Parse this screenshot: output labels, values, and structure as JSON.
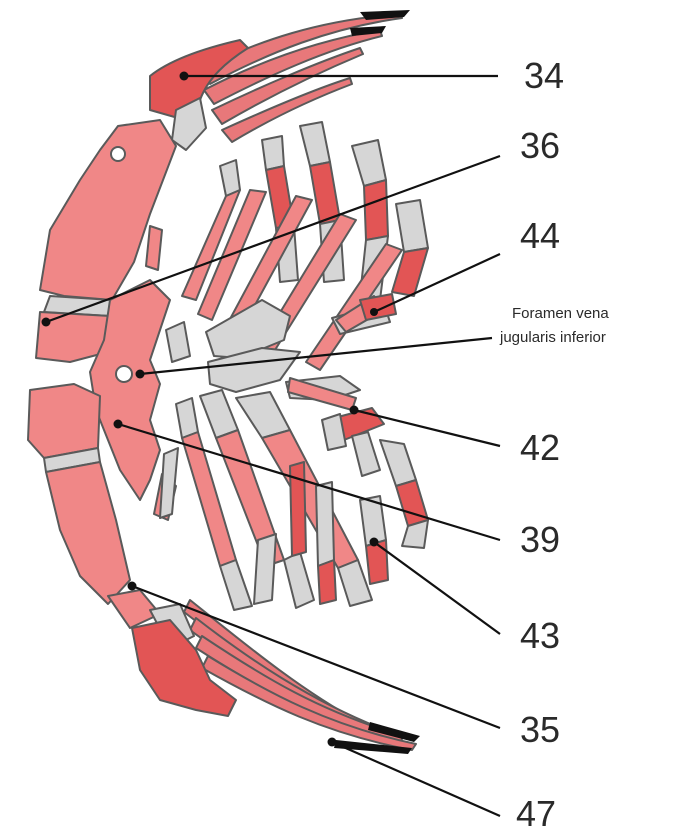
{
  "labels": {
    "l34": "34",
    "l36": "36",
    "l44": "44",
    "foramen_line1": "Foramen vena",
    "foramen_line2": "jugularis inferior",
    "l42": "42",
    "l39": "39",
    "l43": "43",
    "l35": "35",
    "l47": "47"
  },
  "colors": {
    "bone": "#f08787",
    "bone_dark": "#e25555",
    "cartilage": "#d6d6d6",
    "outline": "#5a5a5a",
    "leader": "#111111"
  }
}
